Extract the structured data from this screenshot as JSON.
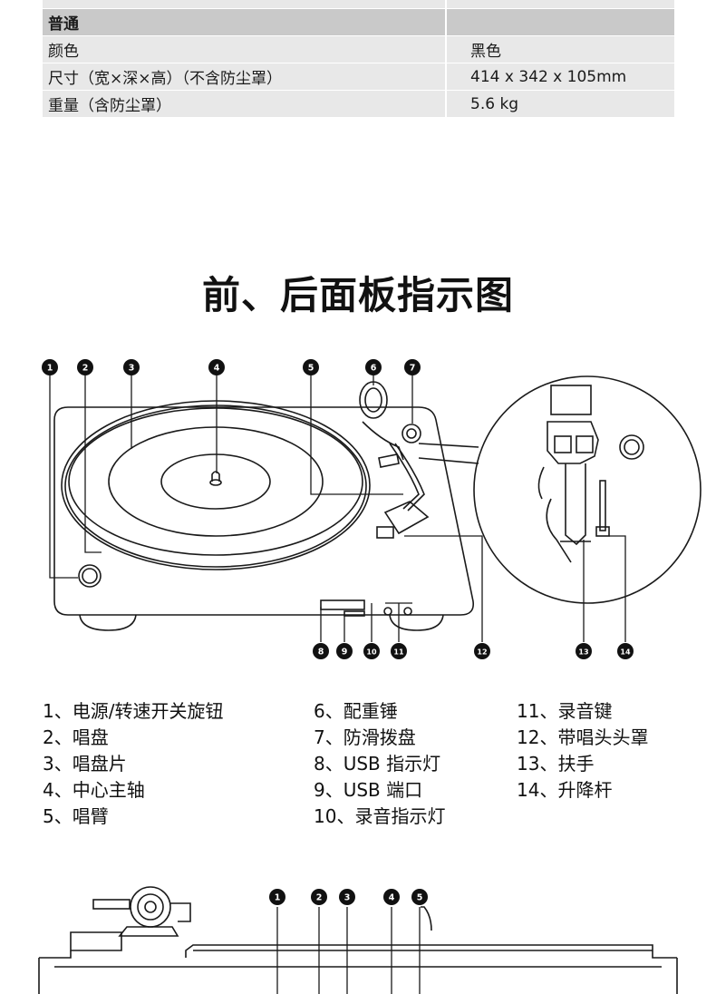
{
  "spec_table": {
    "cut_row": {
      "label": "",
      "value": ""
    },
    "section_label": "普通",
    "rows": [
      {
        "label": "颜色",
        "value": "黑色"
      },
      {
        "label": "尺寸（宽×深×高）（不含防尘罩）",
        "value": "414 x 342 x 105mm"
      },
      {
        "label": "重量（含防尘罩）",
        "value": "5.6 kg"
      }
    ]
  },
  "title": "前、后面板指示图",
  "badges": [
    "1",
    "2",
    "3",
    "4",
    "5",
    "6",
    "7",
    "8",
    "9",
    "10",
    "11",
    "12",
    "13",
    "14"
  ],
  "legend": {
    "col1": [
      "1、电源/转速开关旋钮",
      "2、唱盘",
      "3、唱盘片",
      "4、中心主轴",
      "5、唱臂"
    ],
    "col2": [
      "6、配重锤",
      "7、防滑拨盘",
      "8、USB 指示灯",
      "9、USB 端口",
      "10、录音指示灯"
    ],
    "col3": [
      "11、录音键",
      "12、带唱头头罩",
      "13、扶手",
      "14、升降杆"
    ]
  },
  "side_badges": [
    "1",
    "2",
    "3",
    "4",
    "5"
  ]
}
